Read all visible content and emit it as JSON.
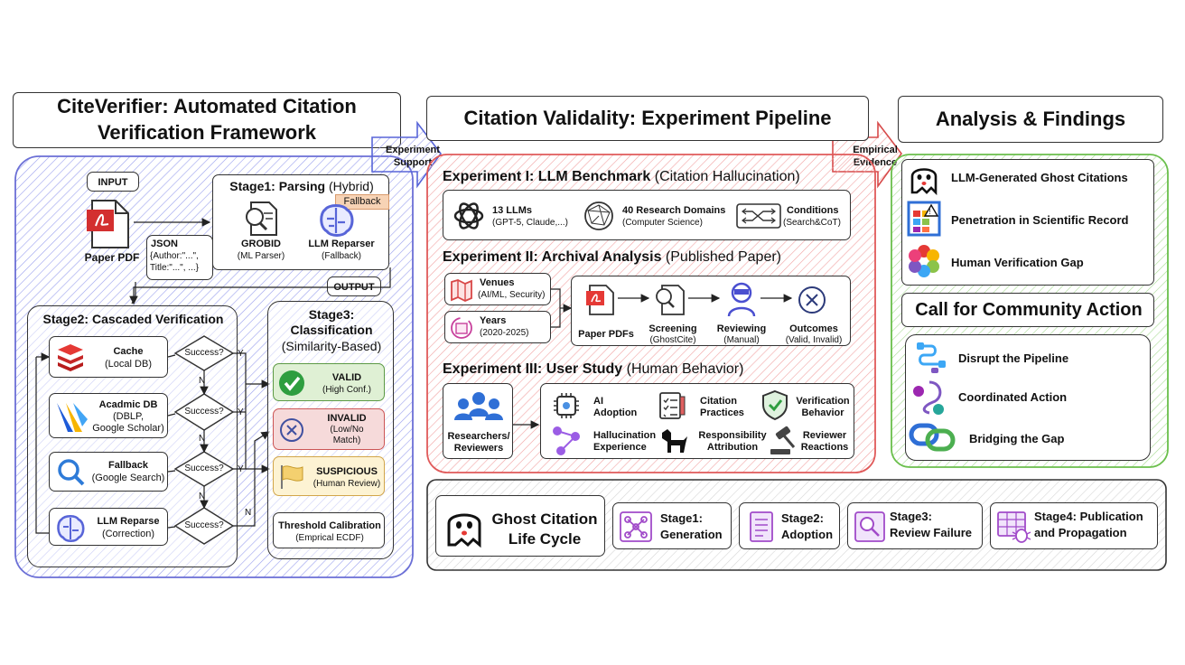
{
  "framework": {
    "title_line1": "CiteVerifier: Automated Citation",
    "title_line2": "Verification Framework",
    "input_label": "INPUT",
    "paper_pdf": "Paper PDF",
    "json_label": "JSON",
    "json_line1": "{Author:\"...\",",
    "json_line2": "Title:\"...\", ...}",
    "stage1_title": "Stage1: Parsing",
    "stage1_subtitle": "(Hybrid)",
    "fallback_tag": "Fallback",
    "grobid": "GROBID",
    "grobid_sub": "(ML Parser)",
    "llm_reparser": "LLM Reparser",
    "llm_reparser_sub": "(Fallback)",
    "output_label": "OUTPUT",
    "stage2_title": "Stage2: Cascaded Verification",
    "sources": [
      {
        "name": "Cache",
        "sub1": "(Local DB)",
        "sub2": ""
      },
      {
        "name": "Acadmic DB",
        "sub1": "(DBLP,",
        "sub2": "Google Scholar)"
      },
      {
        "name": "Fallback",
        "sub1": "(Google Search)",
        "sub2": ""
      },
      {
        "name": "LLM Reparse",
        "sub1": "(Correction)",
        "sub2": ""
      }
    ],
    "success_label": "Success?",
    "y_label": "Y",
    "n_label": "N",
    "stage3_title1": "Stage3:",
    "stage3_title2": "Classification",
    "stage3_sub": "(Similarity-Based)",
    "valid": "VALID",
    "valid_sub": "(High Conf.)",
    "invalid": "INVALID",
    "invalid_sub1": "(Low/No",
    "invalid_sub2": "Match)",
    "suspicious": "SUSPICIOUS",
    "suspicious_sub": "(Human Review)",
    "threshold": "Threshold Calibration",
    "threshold_sub": "(Emprical ECDF)"
  },
  "connectors": {
    "experiment_support1": "Experiment",
    "experiment_support2": "Support",
    "empirical_evidence1": "Empirical",
    "empirical_evidence2": "Evidence"
  },
  "pipeline": {
    "title": "Citation Validality: Experiment Pipeline",
    "exp1_title": "Experiment I: LLM Benchmark",
    "exp1_sub": "(Citation Hallucination)",
    "llms": "13 LLMs",
    "llms_sub": "(GPT-5, Claude,...)",
    "domains": "40 Research Domains",
    "domains_sub": "(Computer Science)",
    "conditions": "Conditions",
    "conditions_sub": "(Search&CoT)",
    "exp2_title": "Experiment II: Archival Analysis",
    "exp2_sub": "(Published Paper)",
    "venues": "Venues",
    "venues_sub": "(AI/ML, Security)",
    "years": "Years",
    "years_sub": "(2020-2025)",
    "paper_pdfs": "Paper PDFs",
    "screening": "Screening",
    "screening_sub": "(GhostCite)",
    "reviewing": "Reviewing",
    "reviewing_sub": "(Manual)",
    "outcomes": "Outcomes",
    "outcomes_sub": "(Valid, Invalid)",
    "exp3_title": "Experiment III: User Study",
    "exp3_sub": "(Human Behavior)",
    "researchers1": "Researchers/",
    "researchers2": "Reviewers",
    "ai_adoption1": "AI",
    "ai_adoption2": "Adoption",
    "citation_practices1": "Citation",
    "citation_practices2": "Practices",
    "verification_behavior1": "Verification",
    "verification_behavior2": "Behavior",
    "hallucination_experience1": "Hallucination",
    "hallucination_experience2": "Experience",
    "responsibility_attribution1": "Responsibility",
    "responsibility_attribution2": "Attribution",
    "reviewer_reactions1": "Reviewer",
    "reviewer_reactions2": "Reactions"
  },
  "analysis": {
    "title": "Analysis & Findings",
    "finding1": "LLM-Generated Ghost Citations",
    "finding2": "Penetration in Scientific Record",
    "finding3": "Human Verification Gap",
    "call_title": "Call for Community Action",
    "action1": "Disrupt the Pipeline",
    "action2": "Coordinated Action",
    "action3": "Bridging the Gap"
  },
  "lifecycle": {
    "title1": "Ghost Citation",
    "title2": "Life Cycle",
    "stage1a": "Stage1:",
    "stage1b": "Generation",
    "stage2a": "Stage2:",
    "stage2b": "Adoption",
    "stage3a": "Stage3:",
    "stage3b": "Review Failure",
    "stage4a": "Stage4: Publication",
    "stage4b": "and Propagation"
  },
  "colors": {
    "blue_panel": "#6b6fd6",
    "red_panel": "#e05a5a",
    "green_panel": "#6abf4b",
    "valid_fill": "#dff0d4",
    "invalid_fill": "#f6dada",
    "suspicious_fill": "#fdf3d3",
    "fallback_tag": "#f7d3b5"
  }
}
